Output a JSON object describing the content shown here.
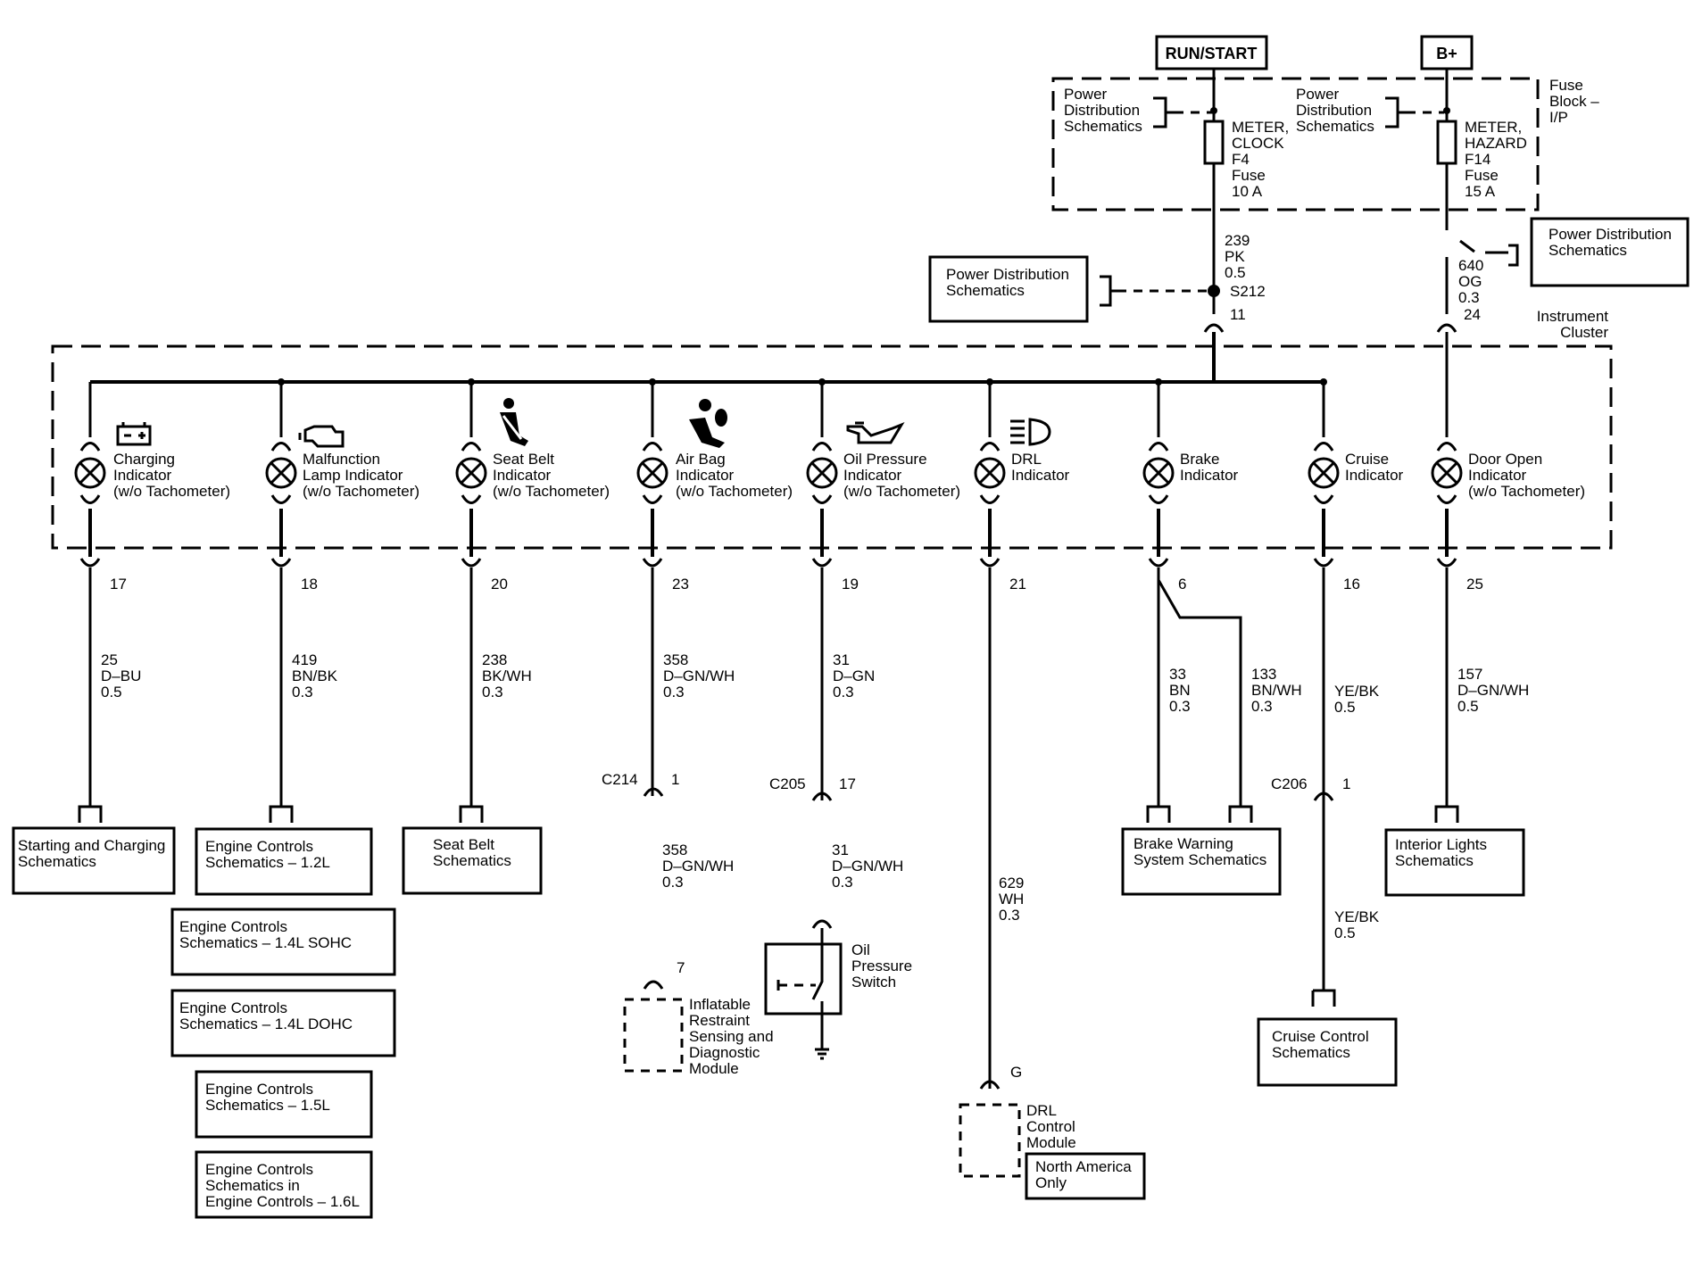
{
  "supply": {
    "run_start": "RUN/START",
    "bplus": "B+"
  },
  "fuse_block": {
    "label_lines": [
      "Fuse",
      "Block –",
      "I/P"
    ],
    "power_dist_left": [
      "Power",
      "Distribution",
      "Schematics"
    ],
    "power_dist_right": [
      "Power",
      "Distribution",
      "Schematics"
    ],
    "fuse_f4": [
      "METER,",
      "CLOCK",
      "F4",
      "Fuse",
      "10 A"
    ],
    "fuse_f14": [
      "METER,",
      "HAZARD",
      "F14",
      "Fuse",
      "15 A"
    ]
  },
  "feed_left": {
    "wire": [
      "239",
      "PK",
      "0.5"
    ],
    "splice": "S212",
    "pin": "11",
    "ref_box": [
      "Power Distribution",
      "Schematics"
    ]
  },
  "feed_right": {
    "wire": [
      "640",
      "OG",
      "0.3"
    ],
    "pin": "24",
    "ref_box": [
      "Power Distribution",
      "Schematics"
    ]
  },
  "cluster_label": [
    "Instrument",
    "Cluster"
  ],
  "indicators": [
    {
      "name": [
        "Charging",
        "Indicator",
        "(w/o Tachometer)"
      ],
      "icon": "battery-icon",
      "pin": "17",
      "wire": [
        "25",
        "D–BU",
        "0.5"
      ]
    },
    {
      "name": [
        "Malfunction",
        "Lamp Indicator",
        "(w/o Tachometer)"
      ],
      "icon": "engine-icon",
      "pin": "18",
      "wire": [
        "419",
        "BN/BK",
        "0.3"
      ]
    },
    {
      "name": [
        "Seat Belt",
        "Indicator",
        "(w/o Tachometer)"
      ],
      "icon": "seat-belt-icon",
      "pin": "20",
      "wire": [
        "238",
        "BK/WH",
        "0.3"
      ]
    },
    {
      "name": [
        "Air Bag",
        "Indicator",
        "(w/o Tachometer)"
      ],
      "icon": "air-bag-icon",
      "pin": "23",
      "wire": [
        "358",
        "D–GN/WH",
        "0.3"
      ]
    },
    {
      "name": [
        "Oil Pressure",
        "Indicator",
        "(w/o Tachometer)"
      ],
      "icon": "oil-can-icon",
      "pin": "19",
      "wire": [
        "31",
        "D–GN",
        "0.3"
      ]
    },
    {
      "name": [
        "DRL",
        "Indicator"
      ],
      "icon": "headlamp-icon",
      "pin": "21",
      "wire": [
        "629",
        "WH",
        "0.3"
      ]
    },
    {
      "name": [
        "Brake",
        "Indicator"
      ],
      "icon": "",
      "pin": "6",
      "wire": [
        "33",
        "BN",
        "0.3"
      ],
      "wire2": [
        "133",
        "BN/WH",
        "0.3"
      ]
    },
    {
      "name": [
        "Cruise",
        "Indicator"
      ],
      "icon": "",
      "pin": "16",
      "wire": [
        "YE/BK",
        "0.5"
      ]
    },
    {
      "name": [
        "Door Open",
        "Indicator",
        "(w/o Tachometer)"
      ],
      "icon": "",
      "pin": "25",
      "wire": [
        "157",
        "D–GN/WH",
        "0.5"
      ]
    }
  ],
  "connectors": {
    "c214": {
      "id": "C214",
      "pin": "1",
      "wire": [
        "358",
        "D–GN/WH",
        "0.3"
      ],
      "end_pin": "7"
    },
    "c205": {
      "id": "C205",
      "pin": "17",
      "wire": [
        "31",
        "D–GN/WH",
        "0.3"
      ]
    },
    "c206": {
      "id": "C206",
      "pin": "1",
      "wire": [
        "YE/BK",
        "0.5"
      ]
    },
    "drl_pin": "G"
  },
  "components": {
    "airbag_module": [
      "Inflatable",
      "Restraint",
      "Sensing and",
      "Diagnostic",
      "Module"
    ],
    "oil_switch": [
      "Oil",
      "Pressure",
      "Switch"
    ],
    "drl_module": [
      "DRL",
      "Control",
      "Module"
    ],
    "north_america": [
      "North America",
      "Only"
    ]
  },
  "ref_boxes": {
    "starting": [
      "Starting and Charging",
      "Schematics"
    ],
    "ec_12": [
      "Engine Controls",
      "Schematics – 1.2L"
    ],
    "ec_14s": [
      "Engine Controls",
      "Schematics – 1.4L SOHC"
    ],
    "ec_14d": [
      "Engine Controls",
      "Schematics – 1.4L DOHC"
    ],
    "ec_15": [
      "Engine Controls",
      "Schematics – 1.5L"
    ],
    "ec_16": [
      "Engine Controls",
      "Schematics in",
      "Engine Controls – 1.6L"
    ],
    "seat_belt": [
      "Seat Belt",
      "Schematics"
    ],
    "brake": [
      "Brake Warning",
      "System Schematics"
    ],
    "cruise": [
      "Cruise Control",
      "Schematics"
    ],
    "interior": [
      "Interior Lights",
      "Schematics"
    ]
  }
}
